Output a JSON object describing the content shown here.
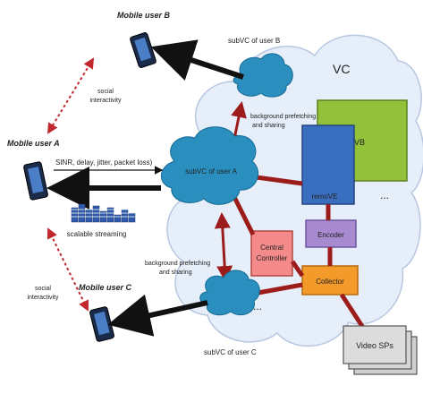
{
  "users": {
    "a": "Mobile user A",
    "b": "Mobile user B",
    "c": "Mobile user C"
  },
  "clouds": {
    "vc": "VC",
    "subvc_a": "subVC of user A",
    "subvc_b": "subVC of user B",
    "subvc_c": "subVC of user C"
  },
  "labels": {
    "social_top": [
      "social",
      "interactivity"
    ],
    "social_bottom": [
      "social",
      "interactivity"
    ],
    "prefetch_top": [
      "background prefetching",
      "and sharing"
    ],
    "prefetch_bottom": [
      "background prefetching",
      "and sharing"
    ],
    "feedback": "SINR, delay, jitter, packet loss)",
    "scalable": "scalable streaming",
    "ellipsis": "..."
  },
  "boxes": {
    "vb": "VB",
    "remote": "remoVE",
    "encoder": "Encoder",
    "collector": "Collector",
    "central": [
      "Central",
      "Controller"
    ],
    "video_sps": "Video SPs"
  },
  "colors": {
    "cloud_big": "#e6eef9",
    "cloud_small": "#2a8fbf",
    "vb_green": "#93c13a",
    "remote_blue": "#3a6fbf",
    "encoder_purple": "#a88ad0",
    "collector_orange": "#f39a2b",
    "central_pink": "#f48a8a",
    "link_red": "#9c1c1c",
    "arrow_black": "#111111"
  }
}
